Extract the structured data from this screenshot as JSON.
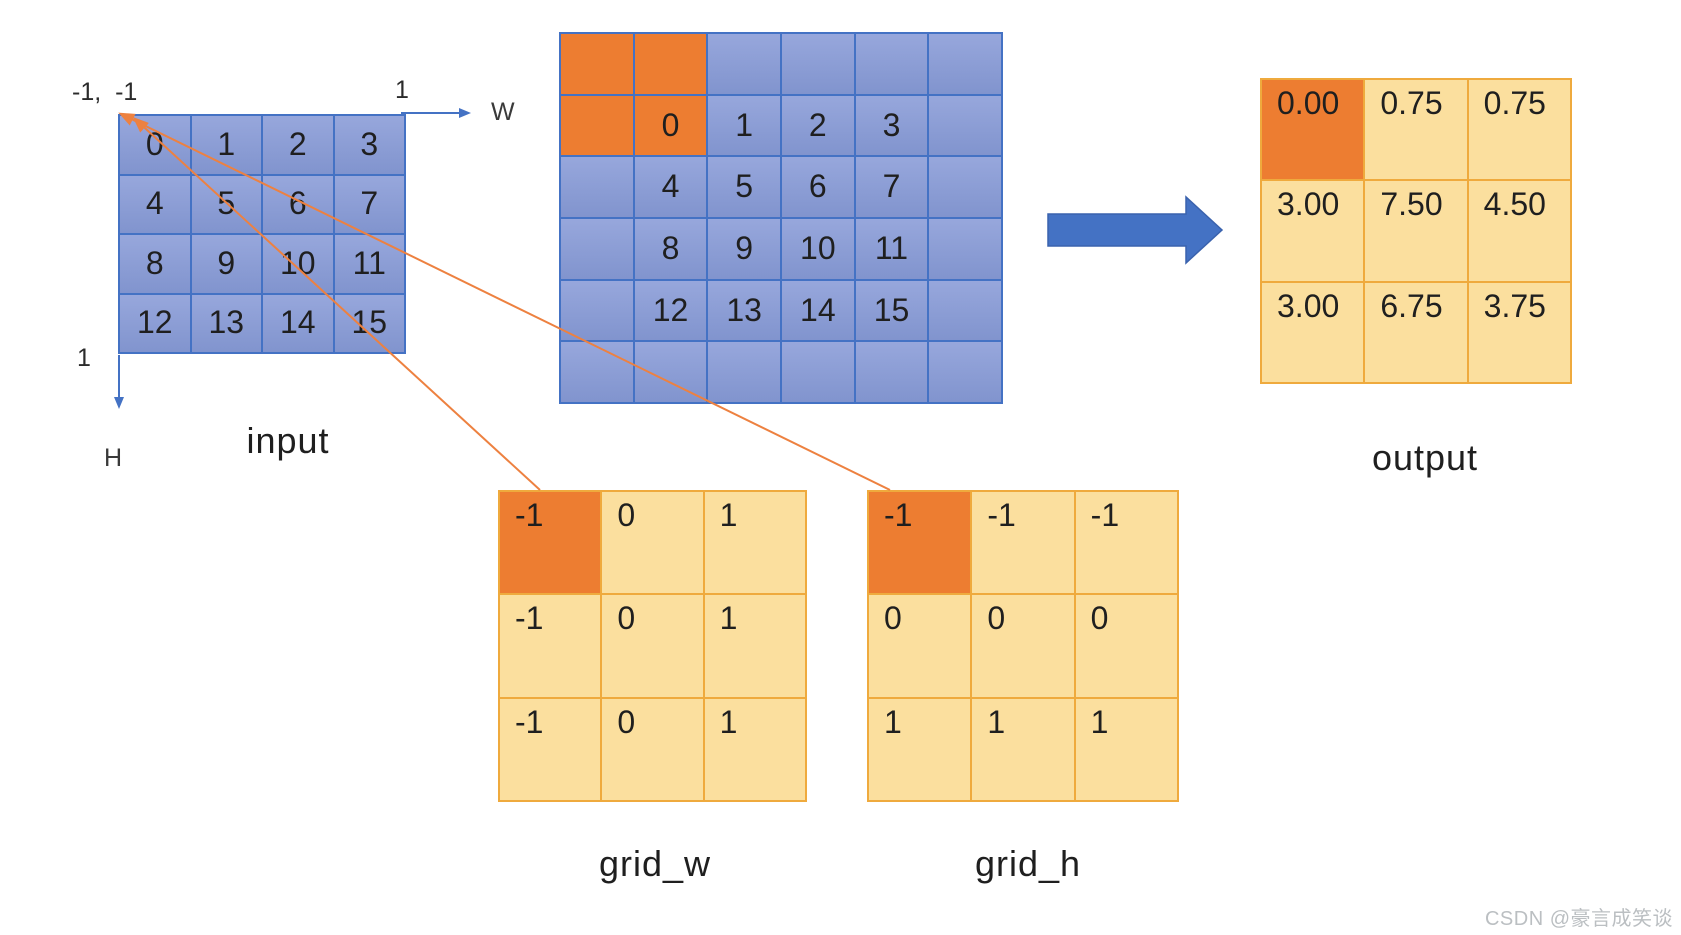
{
  "diagram_title": "grid_sample illustration",
  "input_grid": {
    "label": "input",
    "values": [
      [
        "0",
        "1",
        "2",
        "3"
      ],
      [
        "4",
        "5",
        "6",
        "7"
      ],
      [
        "8",
        "9",
        "10",
        "11"
      ],
      [
        "12",
        "13",
        "14",
        "15"
      ]
    ],
    "orange_cells": []
  },
  "padded_grid": {
    "values": [
      [
        "",
        "",
        "",
        "",
        "",
        ""
      ],
      [
        "",
        "0",
        "1",
        "2",
        "3",
        ""
      ],
      [
        "",
        "4",
        "5",
        "6",
        "7",
        ""
      ],
      [
        "",
        "8",
        "9",
        "10",
        "11",
        ""
      ],
      [
        "",
        "12",
        "13",
        "14",
        "15",
        ""
      ],
      [
        "",
        "",
        "",
        "",
        "",
        ""
      ]
    ],
    "orange_cells": [
      [
        0,
        0
      ],
      [
        0,
        1
      ],
      [
        1,
        0
      ],
      [
        1,
        1
      ]
    ]
  },
  "output_grid": {
    "label": "output",
    "values": [
      [
        "0.00",
        "0.75",
        "0.75"
      ],
      [
        "3.00",
        "7.50",
        "4.50"
      ],
      [
        "3.00",
        "6.75",
        "3.75"
      ]
    ],
    "orange_cells": [
      [
        0,
        0
      ]
    ]
  },
  "grid_w": {
    "label": "grid_w",
    "values": [
      [
        "-1",
        "0",
        "1"
      ],
      [
        "-1",
        "0",
        "1"
      ],
      [
        "-1",
        "0",
        "1"
      ]
    ],
    "orange_cells": [
      [
        0,
        0
      ]
    ]
  },
  "grid_h": {
    "label": "grid_h",
    "values": [
      [
        "-1",
        "-1",
        "-1"
      ],
      [
        "0",
        "0",
        "0"
      ],
      [
        "1",
        "1",
        "1"
      ]
    ],
    "orange_cells": [
      [
        0,
        0
      ]
    ]
  },
  "axes": {
    "origin_label": "-1,  -1",
    "w_max_label": "1",
    "h_max_label": "1",
    "w_axis_label": "W",
    "h_axis_label": "H"
  },
  "watermark": "CSDN @豪言成笑谈",
  "colors": {
    "cell_blue_fill": "#8b9ed5",
    "cell_blue_border": "#4472c4",
    "cell_yellow_fill": "#fbdf9e",
    "cell_gold_border": "#efaa3d",
    "highlight_orange": "#ed7d31",
    "arrow_blue": "#4472c4",
    "connector_orange": "#ed8140",
    "text_dark": "#1f1f1f",
    "watermark_gray": "#bbbfc2"
  }
}
